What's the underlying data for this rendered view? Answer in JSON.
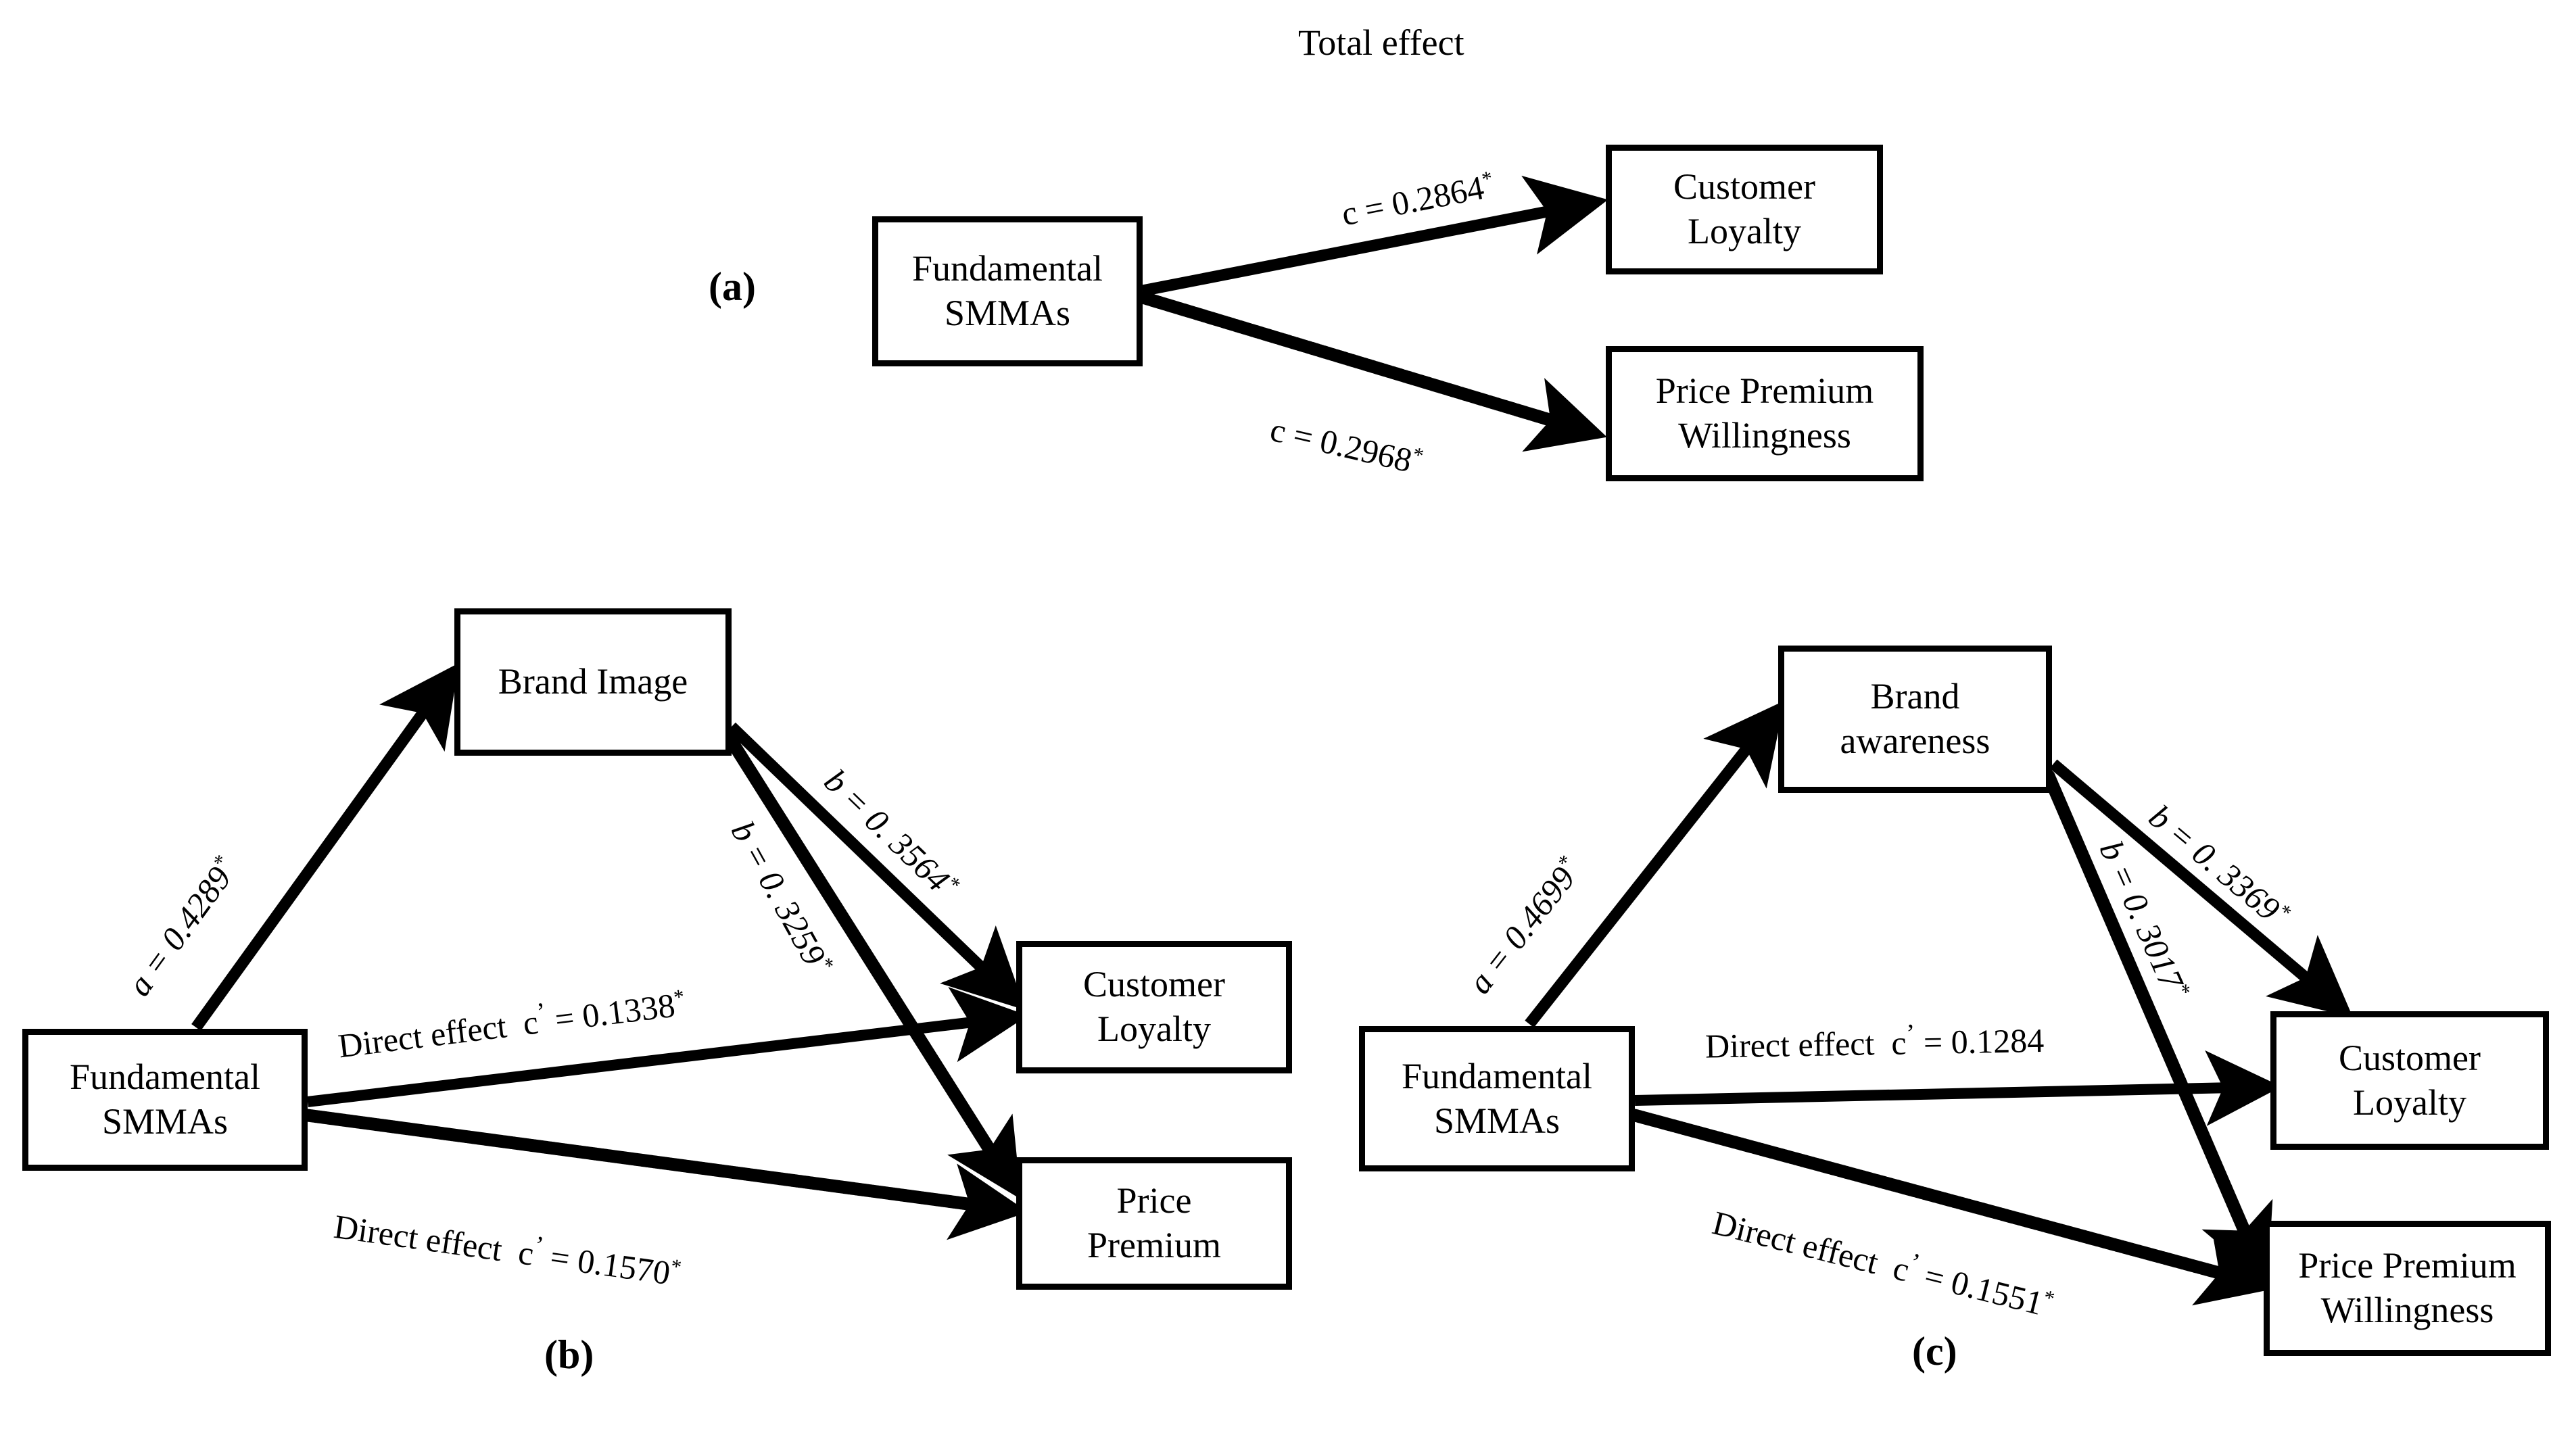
{
  "figure": {
    "title": "Total effect",
    "panel_labels": [
      "(a)",
      "(b)",
      "(c)"
    ]
  },
  "panel_a": {
    "label": "(a)",
    "title": "Total effect",
    "nodes": {
      "predictor": "Fundamental\nSMMAs",
      "outcome1": "Customer\nLoyalty",
      "outcome2": "Price Premium\nWillingness"
    },
    "edges": [
      {
        "id": "c1",
        "label": "c = 0.2864",
        "star": "*",
        "style": "solid",
        "from": "predictor",
        "to": "outcome1"
      },
      {
        "id": "c2",
        "label": "c = 0.2968",
        "star": "*",
        "style": "dashed",
        "from": "predictor",
        "to": "outcome2"
      }
    ]
  },
  "panel_b": {
    "label": "(b)",
    "nodes": {
      "predictor": "Fundamental\nSMMAs",
      "mediator": "Brand Image",
      "outcome1": "Customer\nLoyalty",
      "outcome2": "Price\nPremium"
    },
    "edges": [
      {
        "id": "a",
        "label": "a = 0.4289",
        "star": "*",
        "style": "solid",
        "from": "predictor",
        "to": "mediator"
      },
      {
        "id": "b1",
        "label": "b = 0. 3564",
        "star": "*",
        "style": "solid",
        "from": "mediator",
        "to": "outcome1"
      },
      {
        "id": "b2",
        "label": "b = 0. 3259",
        "star": "*",
        "style": "dashed",
        "from": "mediator",
        "to": "outcome2"
      },
      {
        "id": "c1",
        "label_prefix": "Direct effect",
        "label_coef": "c",
        "label_value": "= 0.1338",
        "star": "*",
        "style": "solid",
        "from": "predictor",
        "to": "outcome1"
      },
      {
        "id": "c2",
        "label_prefix": "Direct effect",
        "label_coef": "c",
        "label_value": "= 0.1570",
        "star": "*",
        "style": "dashed",
        "from": "predictor",
        "to": "outcome2"
      }
    ]
  },
  "panel_c": {
    "label": "(c)",
    "nodes": {
      "predictor": "Fundamental\nSMMAs",
      "mediator": "Brand\nawareness",
      "outcome1": "Customer\nLoyalty",
      "outcome2": "Price Premium\nWillingness"
    },
    "edges": [
      {
        "id": "a",
        "label": "a = 0.4699",
        "star": "*",
        "style": "solid",
        "from": "predictor",
        "to": "mediator"
      },
      {
        "id": "b1",
        "label": "b = 0. 3369",
        "star": "*",
        "style": "solid",
        "from": "mediator",
        "to": "outcome1"
      },
      {
        "id": "b2",
        "label": "b = 0. 3017",
        "star": "*",
        "style": "dashed",
        "from": "mediator",
        "to": "outcome2"
      },
      {
        "id": "c1",
        "label_prefix": "Direct effect",
        "label_coef": "c",
        "label_value": "= 0.1284",
        "star": "",
        "style": "solid",
        "from": "predictor",
        "to": "outcome1"
      },
      {
        "id": "c2",
        "label_prefix": "Direct effect",
        "label_coef": "c",
        "label_value": "= 0.1551",
        "star": "*",
        "style": "dashed",
        "from": "predictor",
        "to": "outcome2"
      }
    ]
  },
  "chart_data": {
    "type": "diagram",
    "diagram_kind": "mediation-path-model",
    "panels": [
      {
        "panel": "a",
        "caption": "Total effect",
        "paths": [
          {
            "from": "Fundamental SMMAs",
            "to": "Customer Loyalty",
            "coefficient": "c",
            "value": 0.2864,
            "significant": true,
            "line": "solid"
          },
          {
            "from": "Fundamental SMMAs",
            "to": "Price Premium Willingness",
            "coefficient": "c",
            "value": 0.2968,
            "significant": true,
            "line": "dashed"
          }
        ]
      },
      {
        "panel": "b",
        "mediator": "Brand Image",
        "paths": [
          {
            "from": "Fundamental SMMAs",
            "to": "Brand Image",
            "coefficient": "a",
            "value": 0.4289,
            "significant": true,
            "line": "solid"
          },
          {
            "from": "Brand Image",
            "to": "Customer Loyalty",
            "coefficient": "b",
            "value": 0.3564,
            "significant": true,
            "line": "solid"
          },
          {
            "from": "Brand Image",
            "to": "Price Premium",
            "coefficient": "b",
            "value": 0.3259,
            "significant": true,
            "line": "dashed"
          },
          {
            "from": "Fundamental SMMAs",
            "to": "Customer Loyalty",
            "coefficient": "c'",
            "value": 0.1338,
            "significant": true,
            "line": "solid",
            "note": "Direct effect"
          },
          {
            "from": "Fundamental SMMAs",
            "to": "Price Premium",
            "coefficient": "c'",
            "value": 0.157,
            "significant": true,
            "line": "dashed",
            "note": "Direct effect"
          }
        ]
      },
      {
        "panel": "c",
        "mediator": "Brand awareness",
        "paths": [
          {
            "from": "Fundamental SMMAs",
            "to": "Brand awareness",
            "coefficient": "a",
            "value": 0.4699,
            "significant": true,
            "line": "solid"
          },
          {
            "from": "Brand awareness",
            "to": "Customer Loyalty",
            "coefficient": "b",
            "value": 0.3369,
            "significant": true,
            "line": "solid"
          },
          {
            "from": "Brand awareness",
            "to": "Price Premium Willingness",
            "coefficient": "b",
            "value": 0.3017,
            "significant": true,
            "line": "dashed"
          },
          {
            "from": "Fundamental SMMAs",
            "to": "Customer Loyalty",
            "coefficient": "c'",
            "value": 0.1284,
            "significant": false,
            "line": "solid",
            "note": "Direct effect"
          },
          {
            "from": "Fundamental SMMAs",
            "to": "Price Premium Willingness",
            "coefficient": "c'",
            "value": 0.1551,
            "significant": true,
            "line": "dashed",
            "note": "Direct effect"
          }
        ]
      }
    ]
  }
}
